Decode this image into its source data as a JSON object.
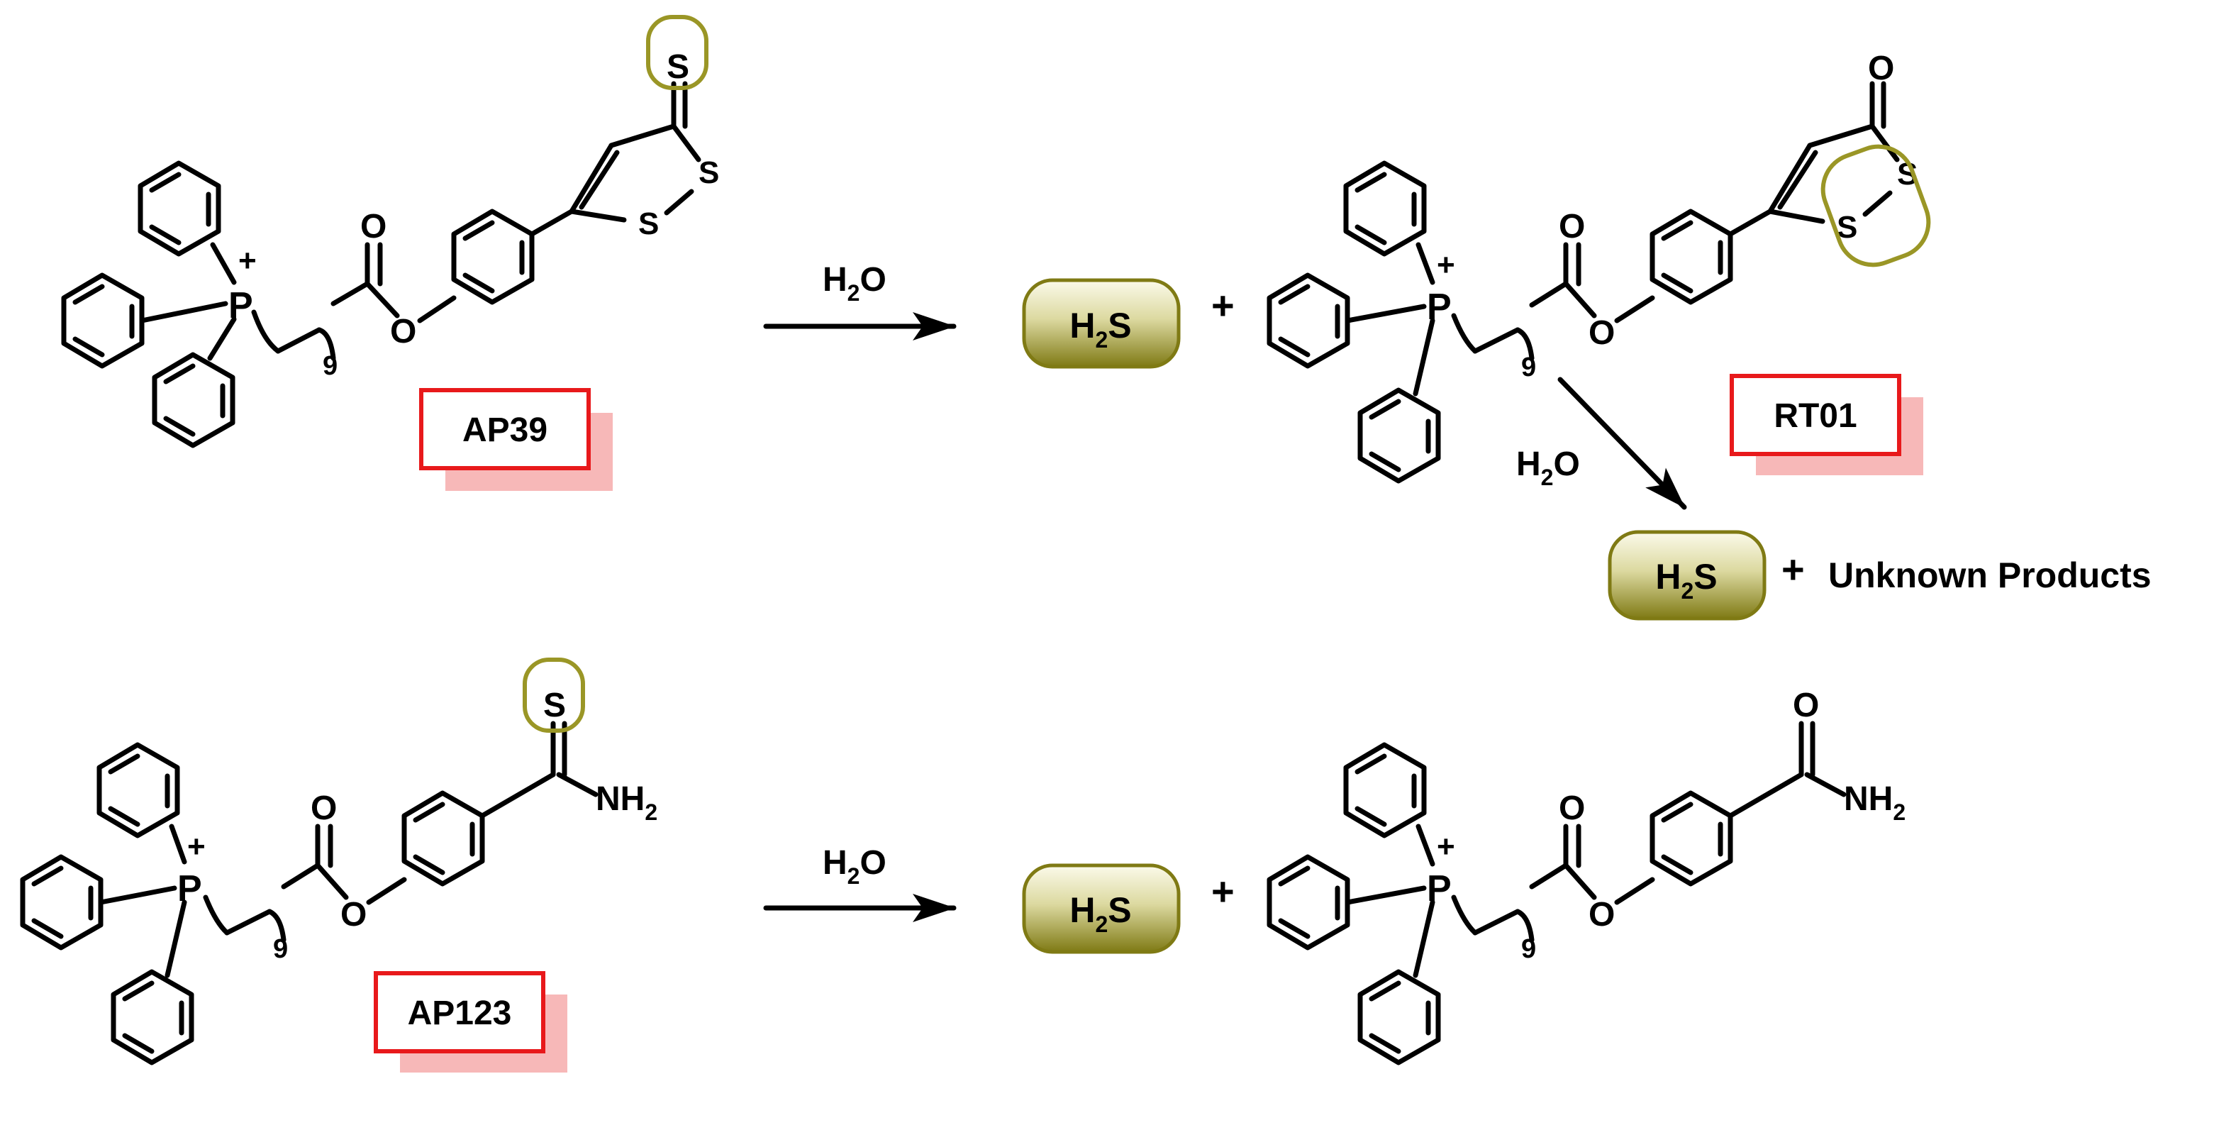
{
  "reactions": {
    "top": {
      "reagent": {
        "text": "H",
        "sub": "2",
        "tail": "O"
      },
      "second_reagent": {
        "text": "H",
        "sub": "2",
        "tail": "O"
      },
      "plus_1": "+",
      "plus_2": "+",
      "unknown_products": "Unknown Products"
    },
    "bottom": {
      "reagent": {
        "text": "H",
        "sub": "2",
        "tail": "O"
      },
      "plus": "+"
    }
  },
  "h2s": {
    "text": "H",
    "sub": "2",
    "tail": "S"
  },
  "compounds": {
    "ap39": {
      "label": "AP39"
    },
    "rt01": {
      "label": "RT01"
    },
    "ap123": {
      "label": "AP123"
    }
  },
  "atoms": {
    "S": "S",
    "O": "O",
    "P": "P",
    "plus": "+",
    "chain_n": "9",
    "nh2": {
      "text": "NH",
      "sub": "2"
    }
  },
  "colors": {
    "highlight_olive": "#9a9626",
    "pill_light": "#eeecc8",
    "pill_dark": "#7f7a14",
    "label_box_red": "#e8191b",
    "label_shadow": "#f7b8b8"
  }
}
